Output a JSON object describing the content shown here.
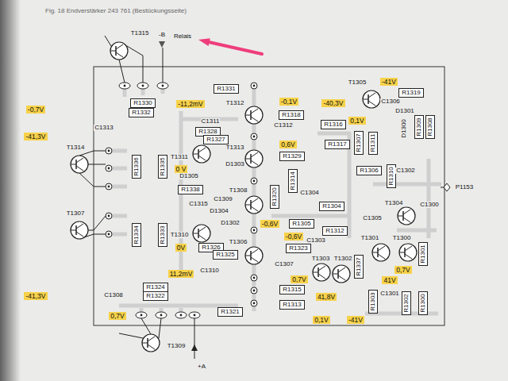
{
  "diagram": {
    "title": "Fig. 18 Endverstärker 243 761 (Bestückungsseite)",
    "nodes": [
      {
        "text": [
          "R1331"
        ]
      },
      {
        "text": [
          "-41V"
        ]
      },
      {
        "text": [
          "R1319"
        ]
      },
      {
        "text": [
          "R1330"
        ]
      },
      {
        "text": [
          "-11,2mV"
        ]
      },
      {
        "text": [
          "-0,1V"
        ]
      },
      {
        "text": [
          "-40,3V"
        ]
      },
      {
        "text": [
          "-0,7V"
        ]
      },
      {
        "text": [
          "R1332"
        ]
      },
      {
        "text": [
          "R1318"
        ]
      },
      {
        "text": [
          "0,1V"
        ]
      },
      {
        "text": [
          "R1309"
        ]
      },
      {
        "text": [
          "R1308"
        ]
      },
      {
        "text": [
          "R1316"
        ]
      },
      {
        "text": [
          "R1328"
        ]
      },
      {
        "text": [
          "R1307"
        ]
      },
      {
        "text": [
          "R1311"
        ]
      },
      {
        "text": [
          "-41,3V"
        ]
      },
      {
        "text": [
          "R1327"
        ]
      },
      {
        "text": [
          "0,6V"
        ]
      },
      {
        "text": [
          "R1317"
        ]
      },
      {
        "text": [
          "R1329"
        ]
      },
      {
        "text": [
          "R1336"
        ]
      },
      {
        "text": [
          "R1335"
        ]
      },
      {
        "text": [
          "0 V"
        ]
      },
      {
        "text": [
          "R1306"
        ]
      },
      {
        "text": [
          "R1310"
        ]
      },
      {
        "text": [
          "R1314"
        ]
      },
      {
        "text": [
          "R1338"
        ]
      },
      {
        "text": [
          "R1320"
        ]
      },
      {
        "text": [
          "R1304"
        ]
      },
      {
        "text": [
          "R1305"
        ]
      },
      {
        "text": [
          "-0,6V"
        ]
      },
      {
        "text": [
          "R1312"
        ]
      },
      {
        "text": [
          "-0,6V"
        ]
      },
      {
        "text": [
          "R1334"
        ]
      },
      {
        "text": [
          "R1333"
        ]
      },
      {
        "text": [
          "0V"
        ]
      },
      {
        "text": [
          "R1326"
        ]
      },
      {
        "text": [
          "R1323"
        ]
      },
      {
        "text": [
          "R1325"
        ]
      },
      {
        "text": [
          "R1301"
        ]
      },
      {
        "text": [
          "R1337"
        ]
      },
      {
        "text": [
          "0,7V"
        ]
      },
      {
        "text": [
          "11,2mV"
        ]
      },
      {
        "text": [
          "0,7V"
        ]
      },
      {
        "text": [
          "41V"
        ]
      },
      {
        "text": [
          "R1324"
        ]
      },
      {
        "text": [
          "R1315"
        ]
      },
      {
        "text": [
          "-41,3V"
        ]
      },
      {
        "text": [
          "R1322"
        ]
      },
      {
        "text": [
          "41,8V"
        ]
      },
      {
        "text": [
          "R1303"
        ]
      },
      {
        "text": [
          "R1302"
        ]
      },
      {
        "text": [
          "R1300"
        ]
      },
      {
        "text": [
          "R1313"
        ]
      },
      {
        "text": [
          "R1321"
        ]
      },
      {
        "text": [
          "0,7V"
        ]
      },
      {
        "text": [
          "0,1V"
        ]
      },
      {
        "text": [
          "-41V"
        ]
      }
    ],
    "labels": [
      "T1315",
      "-B",
      "Relais",
      "T1314",
      "T1307",
      "C1313",
      "C1308",
      "T1309",
      "+A",
      "C1311",
      "T1311",
      "D1303",
      "D1305",
      "C1309",
      "C1315",
      "D1304",
      "T1310",
      "D1302",
      "C1310",
      "T1312",
      "T1313",
      "T1308",
      "T1306",
      "C1312",
      "C1304",
      "C1303",
      "C1307",
      "T1303",
      "T1302",
      "T1305",
      "C1306",
      "D1301",
      "D1300",
      "C1302",
      "C1300",
      "P1153",
      "T1304",
      "C1305",
      "T1301",
      "T1300",
      "C1301"
    ]
  }
}
